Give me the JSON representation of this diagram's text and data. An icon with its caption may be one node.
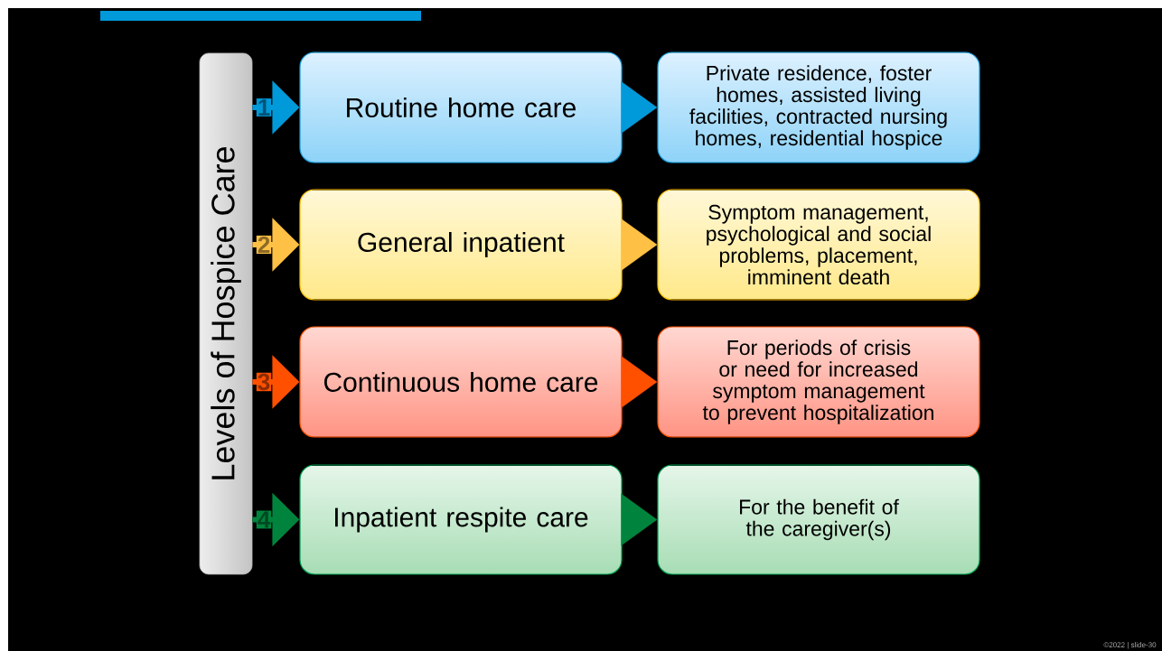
{
  "diagram": {
    "nodes": [
      {
        "text": [
          "Levels of Hospice Care"
        ]
      },
      {
        "text": [
          "Routine home care"
        ]
      },
      {
        "text": [
          "General inpatient"
        ]
      },
      {
        "text": [
          "Continuous home care"
        ]
      },
      {
        "text": [
          "Inpatient respite care"
        ]
      },
      {
        "text": [
          "Private residence, foster homes, assisted living facilities, contracted nursing homes, residential hospice"
        ]
      },
      {
        "text": [
          "Symptom management, psychological and social problems, placement, imminent death"
        ]
      },
      {
        "text": [
          "For periods of crisis or need for increased symptom management to prevent hospitalization"
        ]
      },
      {
        "text": [
          "For the benefit of the caregiver(s)"
        ]
      }
    ],
    "edges": [
      {
        "from": 0,
        "to": 1,
        "arrow": "to",
        "label": "1",
        "color": "#009ada"
      },
      {
        "from": 0,
        "to": 2,
        "arrow": "to",
        "label": "2",
        "color": "#ffc145"
      },
      {
        "from": 0,
        "to": 3,
        "arrow": "to",
        "label": "3",
        "color": "#ff5000"
      },
      {
        "from": 0,
        "to": 4,
        "arrow": "to",
        "label": "4",
        "color": "#00843d"
      },
      {
        "from": 1,
        "to": 5,
        "arrow": "to",
        "color": "#009ada"
      },
      {
        "from": 2,
        "to": 6,
        "arrow": "to",
        "color": "#ffc145"
      },
      {
        "from": 3,
        "to": 7,
        "arrow": "to",
        "color": "#ff5000"
      },
      {
        "from": 4,
        "to": 8,
        "arrow": "to",
        "color": "#00843d"
      }
    ],
    "labels": [
      "©2022 | slide-30"
    ]
  }
}
